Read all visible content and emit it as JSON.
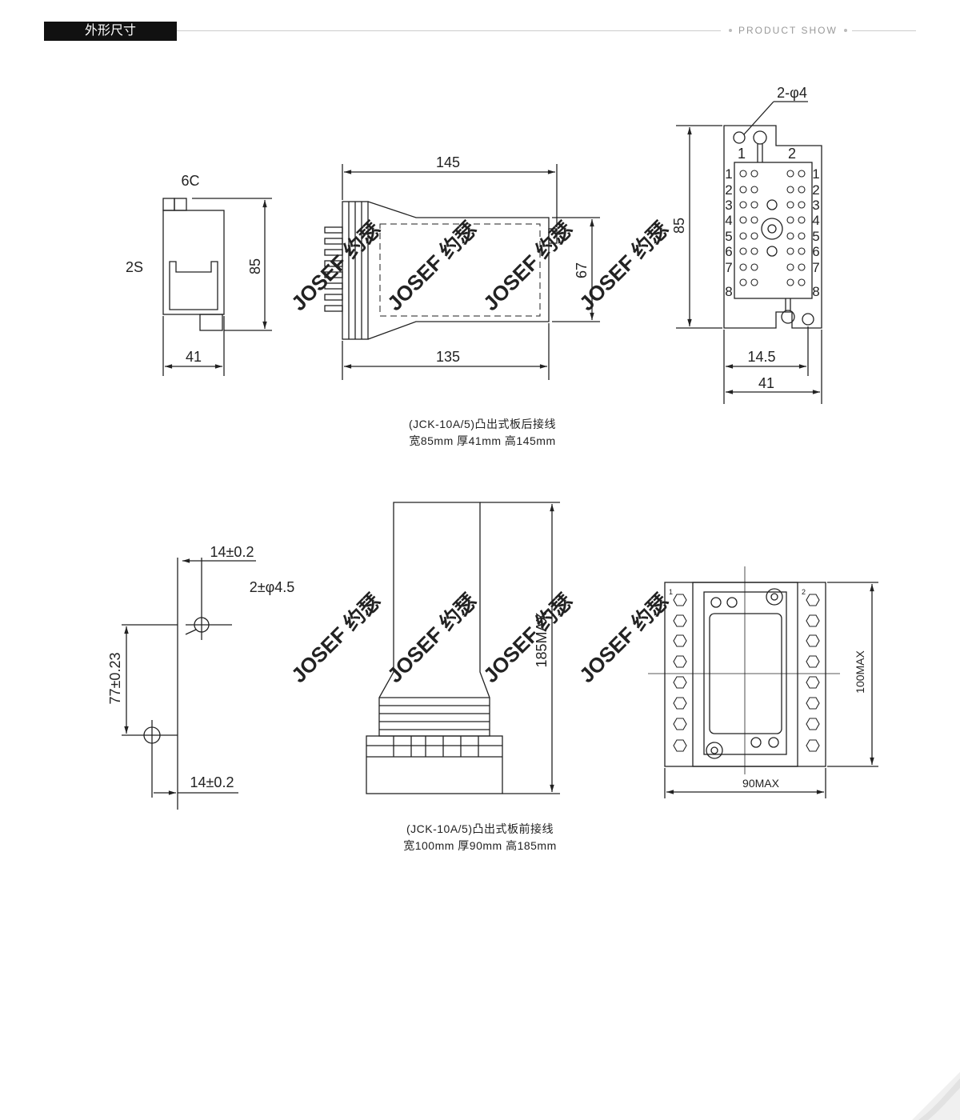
{
  "header": {
    "title": "外形尺寸",
    "subtitle": "PRODUCT SHOW"
  },
  "watermark": "JOSEF 约瑟",
  "top": {
    "side": {
      "top_label": "6C",
      "left_label": "2S",
      "height": "85",
      "width": "41"
    },
    "length": {
      "total": "145",
      "body": "135",
      "depth": "67"
    },
    "rear": {
      "holes": "2-φ4",
      "height": "85",
      "offset": "14.5",
      "width": "41",
      "col_left": "1",
      "col_right": "2",
      "rows": [
        "1",
        "2",
        "3",
        "4",
        "5",
        "6",
        "7",
        "8"
      ]
    },
    "caption_line1": "(JCK-10A/5)凸出式板后接线",
    "caption_line2": "宽85mm 厚41mm 高145mm"
  },
  "bottom": {
    "cutout": {
      "top_dim": "14±0.2",
      "holes": "2±φ4.5",
      "vertical": "77±0.23",
      "bottom_dim": "14±0.2"
    },
    "side": {
      "height": "185MAX"
    },
    "front": {
      "height": "100MAX",
      "width": "90MAX",
      "left_term": "1",
      "right_term": "2"
    },
    "caption_line1": "(JCK-10A/5)凸出式板前接线",
    "caption_line2": "宽100mm 厚90mm 高185mm"
  }
}
